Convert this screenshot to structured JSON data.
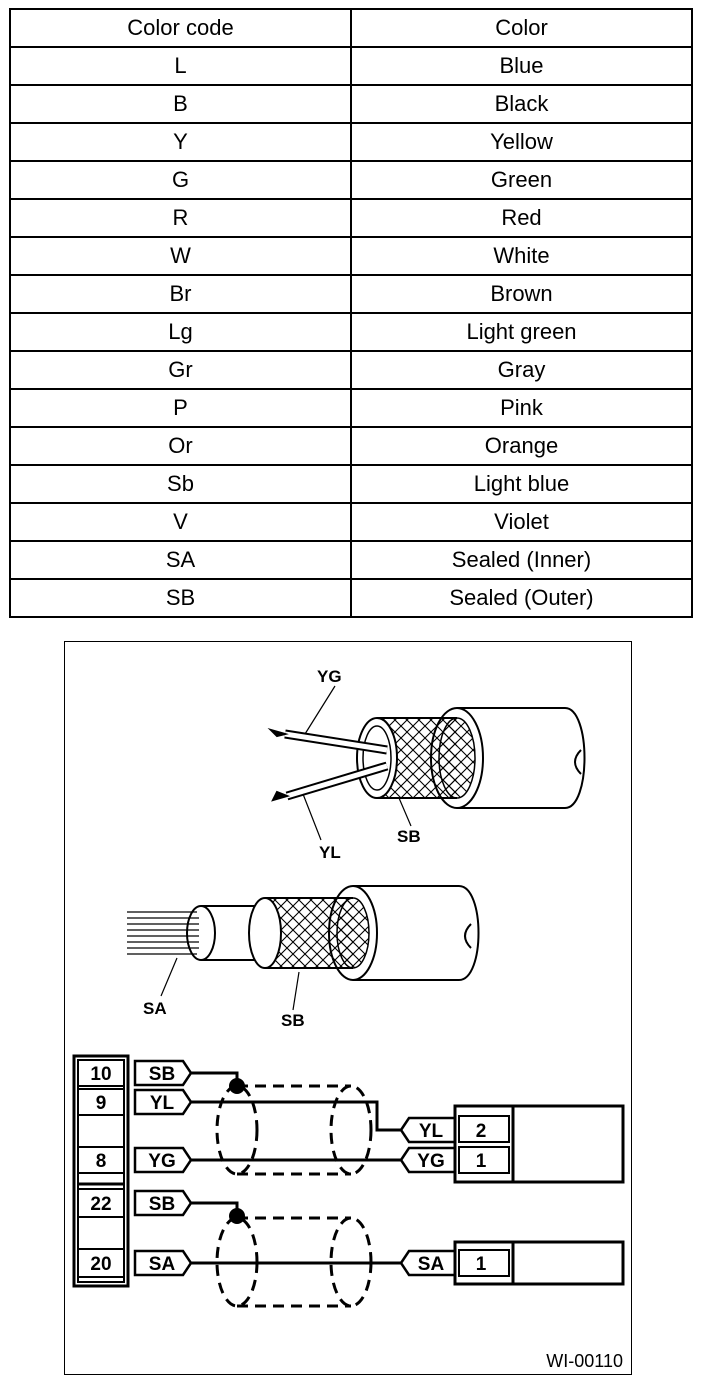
{
  "table": {
    "headers": [
      "Color code",
      "Color"
    ],
    "rows": [
      [
        "L",
        "Blue"
      ],
      [
        "B",
        "Black"
      ],
      [
        "Y",
        "Yellow"
      ],
      [
        "G",
        "Green"
      ],
      [
        "R",
        "Red"
      ],
      [
        "W",
        "White"
      ],
      [
        "Br",
        "Brown"
      ],
      [
        "Lg",
        "Light green"
      ],
      [
        "Gr",
        "Gray"
      ],
      [
        "P",
        "Pink"
      ],
      [
        "Or",
        "Orange"
      ],
      [
        "Sb",
        "Light blue"
      ],
      [
        "V",
        "Violet"
      ],
      [
        "SA",
        "Sealed (Inner)"
      ],
      [
        "SB",
        "Sealed (Outer)"
      ]
    ]
  },
  "figure": {
    "cable1_labels": {
      "top_wire": "YG",
      "bottom_wire": "YL",
      "shield": "SB"
    },
    "cable2_labels": {
      "inner": "SA",
      "shield": "SB"
    },
    "left_connector": {
      "pins": [
        "10",
        "9",
        "8",
        "22",
        "20"
      ]
    },
    "wire_tags": {
      "sb1": "SB",
      "yl": "YL",
      "yg": "YG",
      "sb2": "SB",
      "sa": "SA"
    },
    "right_connector_top": {
      "tags": [
        "YL",
        "YG"
      ],
      "pins": [
        "2",
        "1"
      ]
    },
    "right_connector_bottom": {
      "tags": [
        "SA"
      ],
      "pins": [
        "1"
      ]
    },
    "figure_id": "WI-00110"
  }
}
